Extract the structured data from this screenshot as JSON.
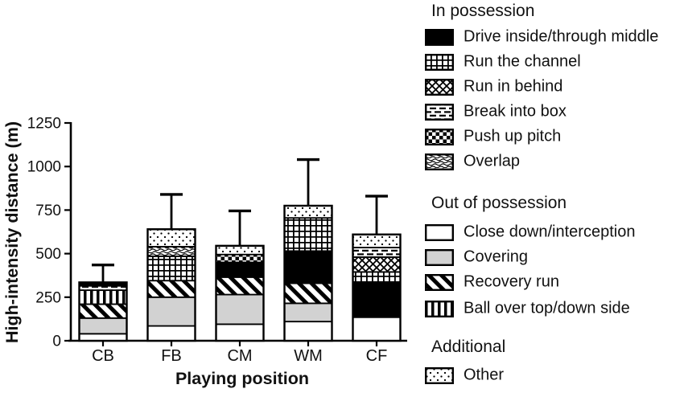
{
  "figure": {
    "background": "#ffffff",
    "ink": "#000000",
    "covering_gray": "#d2d2d2"
  },
  "chart_data": {
    "type": "bar",
    "variant": "stacked-vertical-with-error-bars",
    "title": "",
    "xlabel": "Playing position",
    "ylabel": "High-intensity distance (m)",
    "ylim": [
      0,
      1250
    ],
    "yticks": [
      0,
      250,
      500,
      750,
      1000,
      1250
    ],
    "categories": [
      "CB",
      "FB",
      "CM",
      "WM",
      "CF"
    ],
    "grid": false,
    "legend_position": "right",
    "bars": [
      {
        "category": "CB",
        "total": 335,
        "error_top": 435,
        "segments": [
          {
            "key": "close_down",
            "label": "Close down/interception",
            "value": 40
          },
          {
            "key": "covering",
            "label": "Covering",
            "value": 90
          },
          {
            "key": "recovery_run",
            "label": "Recovery run",
            "value": 80
          },
          {
            "key": "ball_over_top",
            "label": "Ball over top/down side",
            "value": 80
          },
          {
            "key": "break_into_box",
            "label": "Break into box",
            "value": 25
          },
          {
            "key": "drive_inside",
            "label": "Drive inside/through middle",
            "value": 20
          }
        ]
      },
      {
        "category": "FB",
        "total": 640,
        "error_top": 840,
        "segments": [
          {
            "key": "close_down",
            "label": "Close down/interception",
            "value": 85
          },
          {
            "key": "covering",
            "label": "Covering",
            "value": 165
          },
          {
            "key": "recovery_run",
            "label": "Recovery run",
            "value": 95
          },
          {
            "key": "run_channel",
            "label": "Run the channel",
            "value": 140
          },
          {
            "key": "overlap",
            "label": "Overlap",
            "value": 55
          },
          {
            "key": "other",
            "label": "Other",
            "value": 100
          }
        ]
      },
      {
        "category": "CM",
        "total": 545,
        "error_top": 745,
        "segments": [
          {
            "key": "close_down",
            "label": "Close down/interception",
            "value": 95
          },
          {
            "key": "covering",
            "label": "Covering",
            "value": 170
          },
          {
            "key": "recovery_run",
            "label": "Recovery run",
            "value": 100
          },
          {
            "key": "drive_inside",
            "label": "Drive inside/through middle",
            "value": 85
          },
          {
            "key": "push_up_pitch",
            "label": "Push up pitch",
            "value": 45
          },
          {
            "key": "other",
            "label": "Other",
            "value": 50
          }
        ]
      },
      {
        "category": "WM",
        "total": 775,
        "error_top": 1040,
        "segments": [
          {
            "key": "close_down",
            "label": "Close down/interception",
            "value": 110
          },
          {
            "key": "covering",
            "label": "Covering",
            "value": 105
          },
          {
            "key": "recovery_run",
            "label": "Recovery run",
            "value": 115
          },
          {
            "key": "drive_inside",
            "label": "Drive inside/through middle",
            "value": 185
          },
          {
            "key": "run_channel",
            "label": "Run the channel",
            "value": 190
          },
          {
            "key": "other",
            "label": "Other",
            "value": 70
          }
        ]
      },
      {
        "category": "CF",
        "total": 610,
        "error_top": 830,
        "segments": [
          {
            "key": "close_down",
            "label": "Close down/interception",
            "value": 135
          },
          {
            "key": "drive_inside",
            "label": "Drive inside/through middle",
            "value": 200
          },
          {
            "key": "run_channel",
            "label": "Run the channel",
            "value": 60
          },
          {
            "key": "run_in_behind",
            "label": "Run in behind",
            "value": 85
          },
          {
            "key": "break_into_box",
            "label": "Break into box",
            "value": 55
          },
          {
            "key": "other",
            "label": "Other",
            "value": 75
          }
        ]
      }
    ]
  },
  "legend": {
    "sections": [
      {
        "header": "In possession",
        "items": [
          {
            "key": "drive_inside",
            "label": "Drive inside/through middle"
          },
          {
            "key": "run_channel",
            "label": "Run the channel"
          },
          {
            "key": "run_in_behind",
            "label": "Run in behind"
          },
          {
            "key": "break_into_box",
            "label": "Break into box"
          },
          {
            "key": "push_up_pitch",
            "label": "Push up pitch"
          },
          {
            "key": "overlap",
            "label": "Overlap"
          }
        ]
      },
      {
        "header": "Out of possession",
        "items": [
          {
            "key": "close_down",
            "label": "Close down/interception"
          },
          {
            "key": "covering",
            "label": "Covering"
          },
          {
            "key": "recovery_run",
            "label": "Recovery run"
          },
          {
            "key": "ball_over_top",
            "label": "Ball over top/down side"
          }
        ]
      },
      {
        "header": "Additional",
        "items": [
          {
            "key": "other",
            "label": "Other"
          }
        ]
      }
    ]
  }
}
